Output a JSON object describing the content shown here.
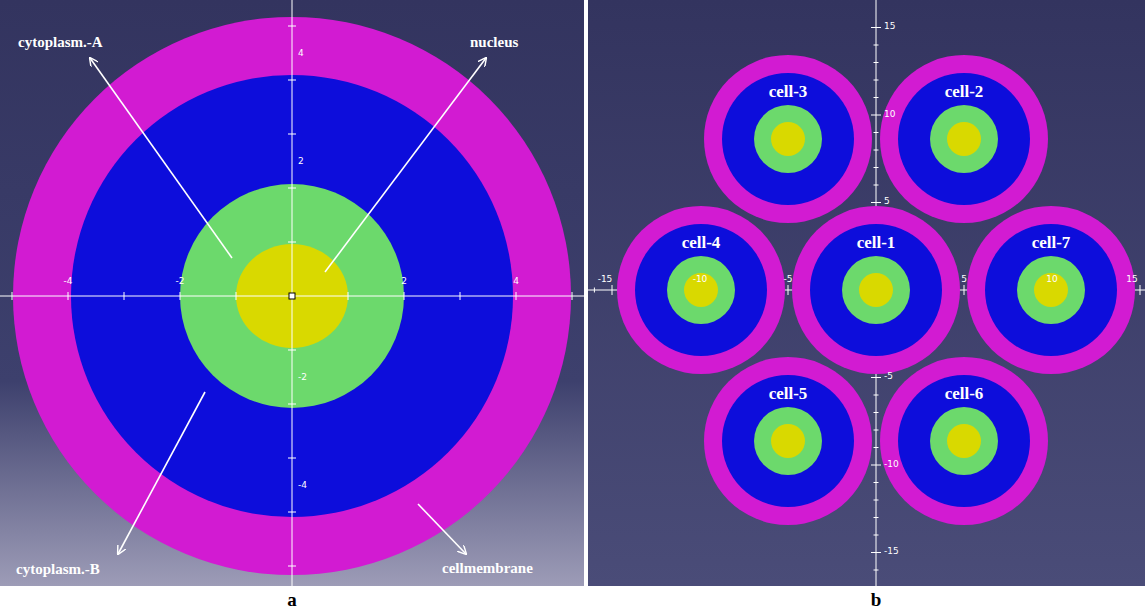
{
  "diagram": {
    "nodes": [
      {
        "text": [
          "cell-3"
        ]
      },
      {
        "text": [
          "cell-2"
        ]
      },
      {
        "text": [
          "cell-4"
        ]
      },
      {
        "text": [
          "cell-1"
        ]
      },
      {
        "text": [
          "cell-7"
        ]
      },
      {
        "text": [
          "cell-5"
        ]
      },
      {
        "text": [
          "cell-6"
        ]
      }
    ],
    "labels": [
      "cytoplasm.-A",
      "nucleus",
      "cytoplasm.-B",
      "cellmembrane",
      "4",
      "2",
      "-2",
      "-4",
      "-4",
      "-2",
      "2",
      "4",
      "15",
      "10",
      "5",
      "-5",
      "-10",
      "-15",
      "-15",
      "-10",
      "-5",
      "5",
      "10",
      "15",
      "a",
      "b"
    ]
  }
}
